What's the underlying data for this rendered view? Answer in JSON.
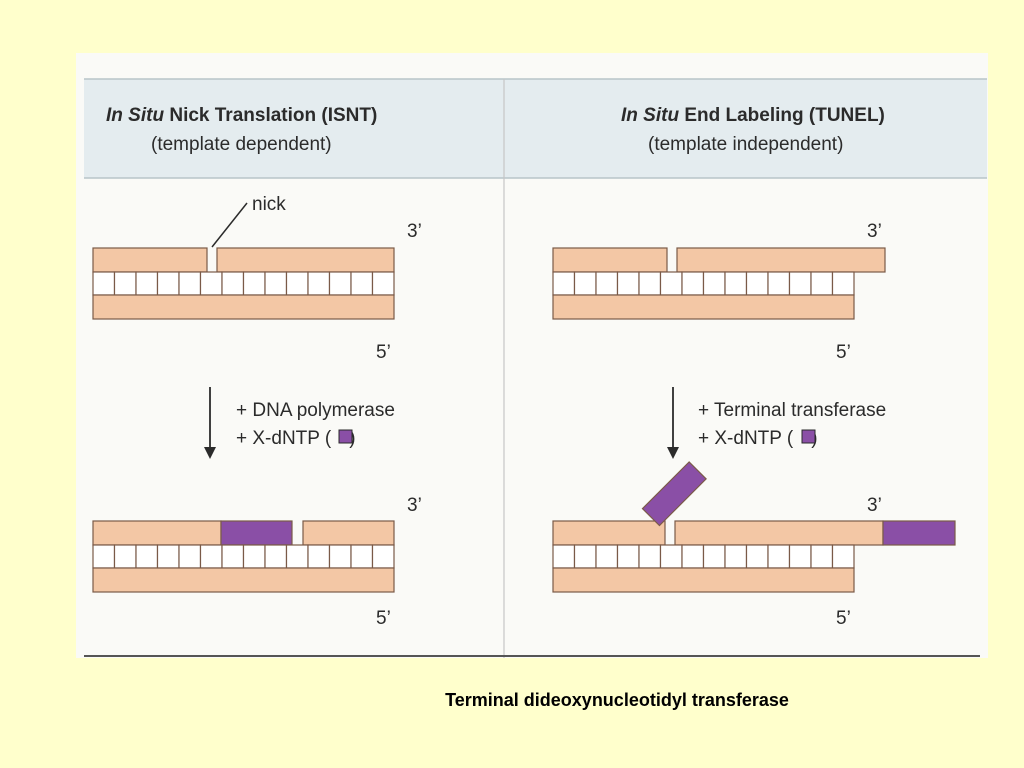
{
  "colors": {
    "page_bg": "#ffffcc",
    "panel_bg": "#fafaf7",
    "header_bg": "#e4ecef",
    "strand": "#f3c7a5",
    "strand_border": "#7a5a48",
    "label_block": "#8a4fa6"
  },
  "left": {
    "title_italic": "In Situ",
    "title_rest": " Nick Translation (ISNT)",
    "subtitle": "(template dependent)",
    "nick_label": "nick",
    "top_3prime": "3’",
    "top_5prime": "5’",
    "step1": "+ DNA polymerase",
    "step2_prefix": "+ X-dNTP (",
    "step2_suffix": ")",
    "bottom_3prime": "3’",
    "bottom_5prime": "5’"
  },
  "right": {
    "title_italic": "In Situ",
    "title_rest": " End Labeling (TUNEL)",
    "subtitle": "(template independent)",
    "top_3prime": "3’",
    "top_5prime": "5’",
    "step1": "+ Terminal transferase",
    "step2_prefix": "+ X-dNTP (",
    "step2_suffix": ")",
    "bottom_3prime": "3’",
    "bottom_5prime": "5’"
  },
  "caption": "Terminal dideoxynucleotidyl transferase"
}
